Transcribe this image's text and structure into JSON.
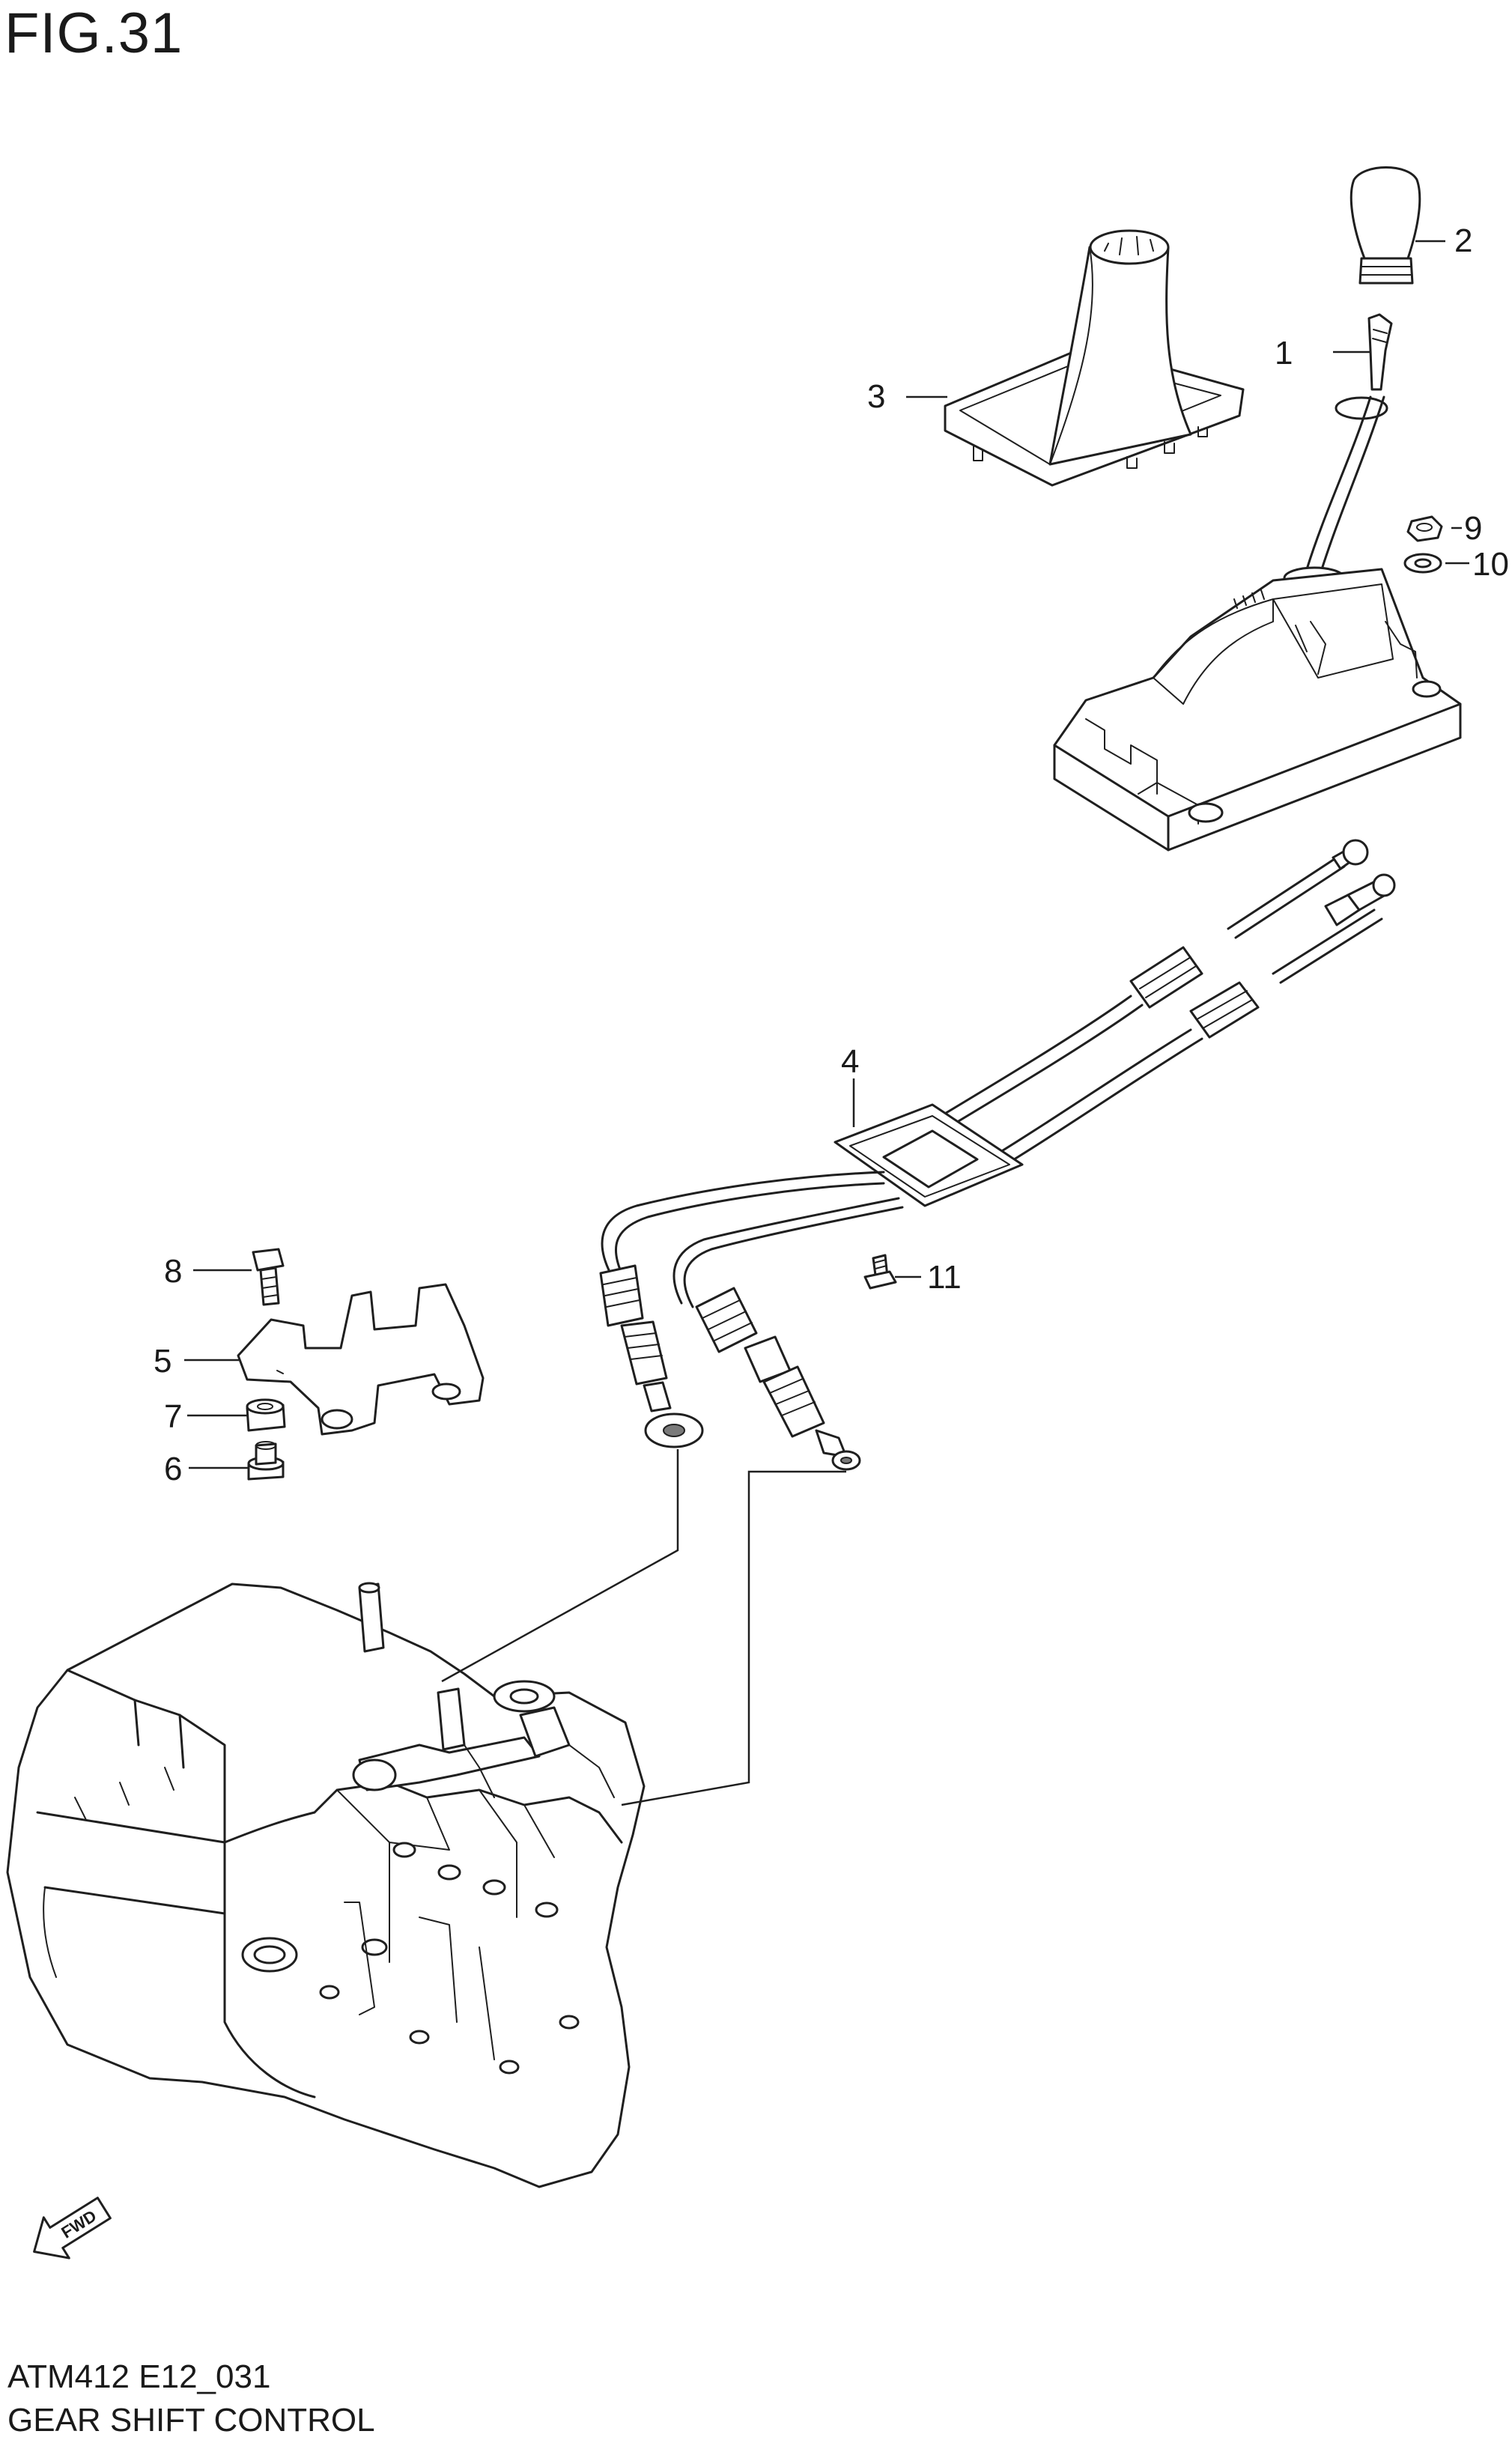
{
  "figure": {
    "title": "FIG.31",
    "code": "ATM412 E12_031",
    "caption": "GEAR SHIFT CONTROL"
  },
  "callouts": [
    {
      "id": "1",
      "text": "1"
    },
    {
      "id": "2",
      "text": "2"
    },
    {
      "id": "3",
      "text": "3"
    },
    {
      "id": "4",
      "text": "4"
    },
    {
      "id": "5",
      "text": "5"
    },
    {
      "id": "6",
      "text": "6"
    },
    {
      "id": "7",
      "text": "7"
    },
    {
      "id": "8",
      "text": "8"
    },
    {
      "id": "9",
      "text": "9"
    },
    {
      "id": "10",
      "text": "10"
    },
    {
      "id": "11",
      "text": "11"
    }
  ],
  "direction_marker": {
    "text": "FWD",
    "icon": "fwd-arrow-icon"
  },
  "colors": {
    "line": "#1f1f1f",
    "background": "#ffffff"
  }
}
